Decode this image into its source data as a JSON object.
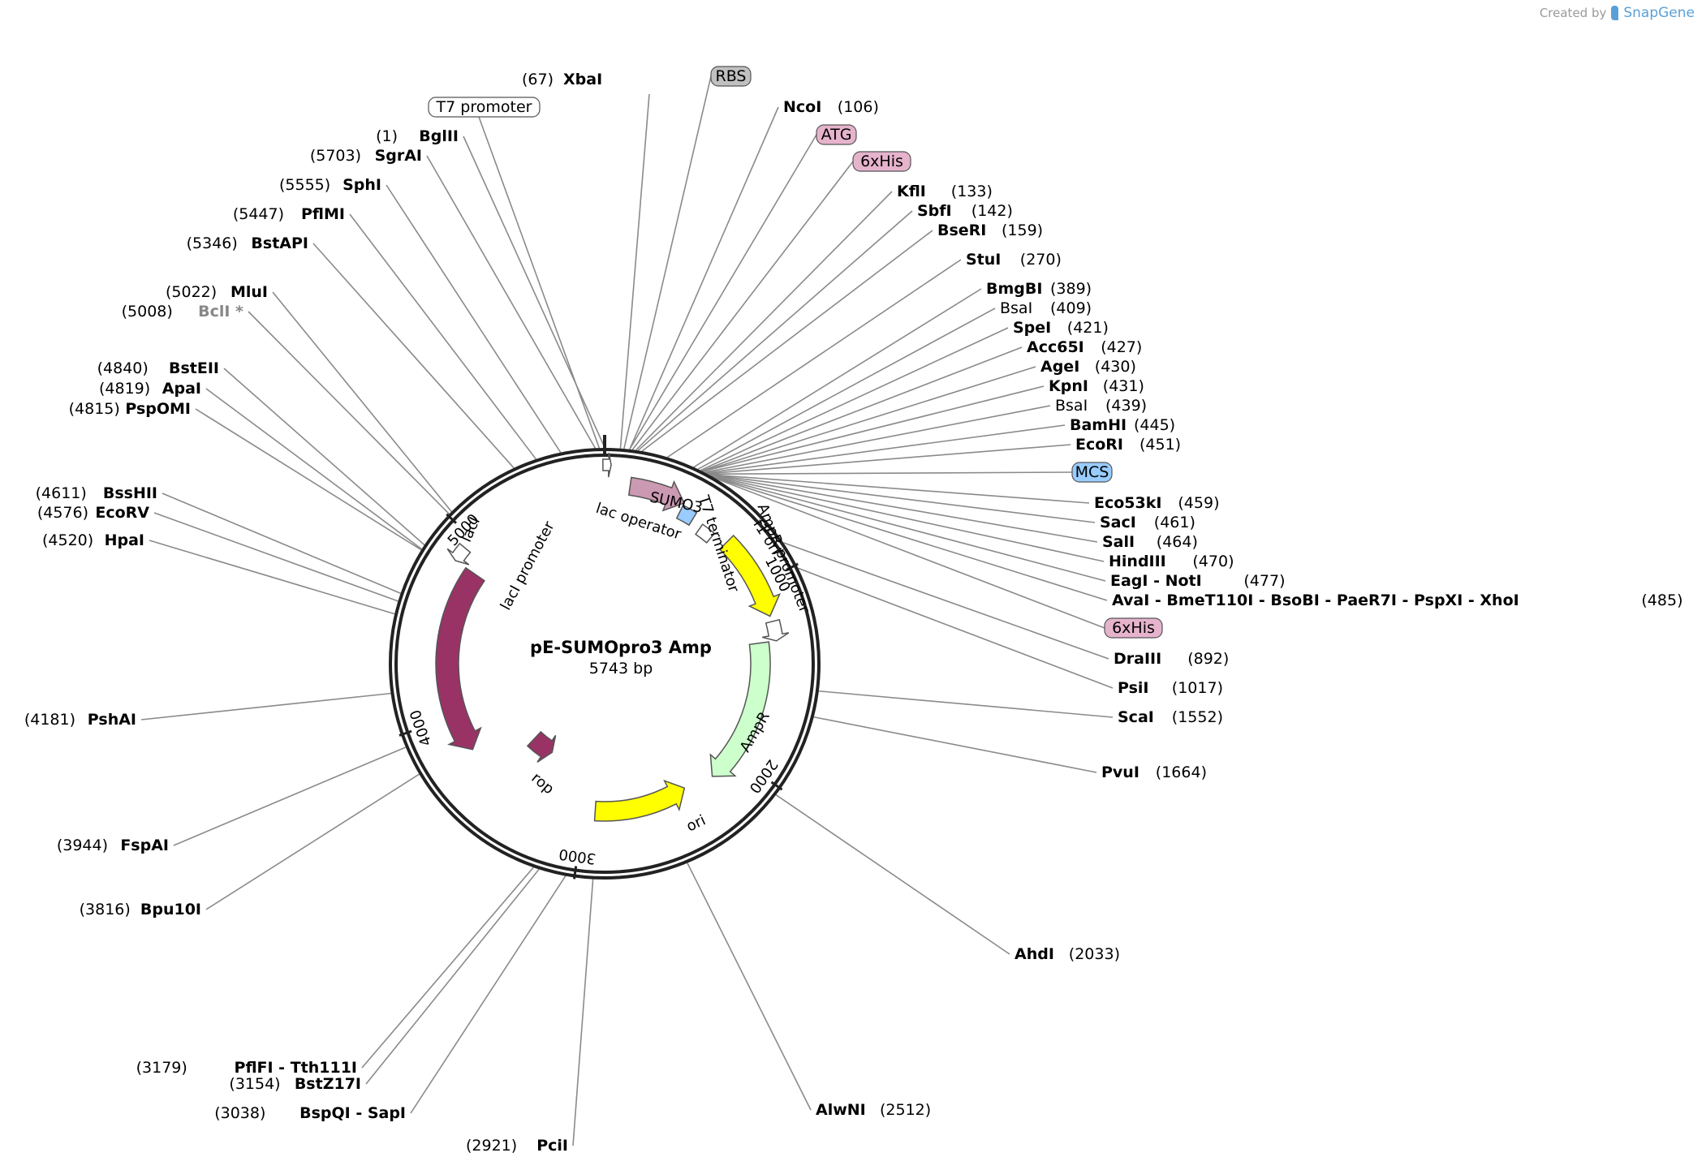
{
  "credit": {
    "prefix": "Created by",
    "brand": "SnapGene"
  },
  "plasmid": {
    "name": "pE-SUMOpro3 Amp",
    "length_label": "5743 bp",
    "length": 5743
  },
  "ticks": [
    "1000",
    "2000",
    "3000",
    "4000",
    "5000"
  ],
  "features": [
    {
      "name": "lacI",
      "start": 3780,
      "end": 4860,
      "strand": -1,
      "color": "#993366",
      "label_inside": true
    },
    {
      "name": "lacI promoter",
      "start": 4860,
      "end": 4940,
      "strand": -1,
      "color": "#ffffff",
      "label_inside": false
    },
    {
      "name": "lac operator",
      "start": 5735,
      "end": 30,
      "strand": 1,
      "color": "#ffffff",
      "label_inside": false
    },
    {
      "name": "SUMO3",
      "start": 130,
      "end": 420,
      "strand": 1,
      "color": "#cc99b2",
      "label_inside": false
    },
    {
      "name": "MCS",
      "start": 420,
      "end": 500,
      "strand": 0,
      "color": "#99ccff",
      "label_inside": false
    },
    {
      "name": "T7 terminator",
      "start": 560,
      "end": 640,
      "strand": 0,
      "color": "#ffffff",
      "label_inside": false
    },
    {
      "name": "f1 ori",
      "start": 720,
      "end": 1180,
      "strand": 1,
      "color": "#ffff00",
      "label_inside": true
    },
    {
      "name": "AmpR promoter",
      "start": 1210,
      "end": 1315,
      "strand": 1,
      "color": "#ffffff",
      "label_inside": false
    },
    {
      "name": "AmpR",
      "start": 1315,
      "end": 2175,
      "strand": 1,
      "color": "#ccffcc",
      "label_inside": false
    },
    {
      "name": "ori",
      "start": 2350,
      "end": 2930,
      "strand": -1,
      "color": "#ffff00",
      "label_inside": true
    },
    {
      "name": "rop",
      "start": 3360,
      "end": 3560,
      "strand": -1,
      "color": "#993366",
      "label_inside": false
    }
  ],
  "labels_right": [
    {
      "text": "XbaI",
      "pos": "(67)",
      "site": 67,
      "num_left": true,
      "tag": false
    },
    {
      "text": "RBS",
      "site": 82,
      "tag": true,
      "color": "#c0c0c0"
    },
    {
      "text": "NcoI",
      "pos": "(106)",
      "site": 106,
      "tag": false
    },
    {
      "text": "ATG",
      "site": 106,
      "tag": true,
      "color": "#e6b3cc"
    },
    {
      "text": "6xHis",
      "site": 118,
      "tag": true,
      "color": "#e6b3cc"
    },
    {
      "text": "KflI",
      "pos": "(133)",
      "site": 133,
      "tag": false
    },
    {
      "text": "SbfI",
      "pos": "(142)",
      "site": 142,
      "tag": false
    },
    {
      "text": "BseRI",
      "pos": "(159)",
      "site": 159,
      "tag": false
    },
    {
      "text": "StuI",
      "pos": "(270)",
      "site": 270,
      "tag": false
    },
    {
      "text": "BmgBI",
      "pos": "(389)",
      "site": 389,
      "tag": false
    },
    {
      "text": "BsaI",
      "pos": "(409)",
      "site": 409,
      "tag": false,
      "plain": true
    },
    {
      "text": "SpeI",
      "pos": "(421)",
      "site": 421,
      "tag": false
    },
    {
      "text": "Acc65I",
      "pos": "(427)",
      "site": 427,
      "tag": false
    },
    {
      "text": "AgeI",
      "pos": "(430)",
      "site": 430,
      "tag": false
    },
    {
      "text": "KpnI",
      "pos": "(431)",
      "site": 431,
      "tag": false
    },
    {
      "text": "BsaI",
      "pos": "(439)",
      "site": 439,
      "tag": false,
      "plain": true
    },
    {
      "text": "BamHI",
      "pos": "(445)",
      "site": 445,
      "tag": false
    },
    {
      "text": "EcoRI",
      "pos": "(451)",
      "site": 451,
      "tag": false
    },
    {
      "text": "MCS",
      "site": 455,
      "tag": true,
      "color": "#99ccff"
    },
    {
      "text": "Eco53kI",
      "pos": "(459)",
      "site": 459,
      "tag": false
    },
    {
      "text": "SacI",
      "pos": "(461)",
      "site": 461,
      "tag": false
    },
    {
      "text": "SalI",
      "pos": "(464)",
      "site": 464,
      "tag": false
    },
    {
      "text": "HindIII",
      "pos": "(470)",
      "site": 470,
      "tag": false
    },
    {
      "text": "EagI  - NotI",
      "pos": "(477)",
      "site": 477,
      "tag": false
    },
    {
      "text": "AvaI  - BmeT110I  - BsoBI  - PaeR7I  - PspXI  - XhoI",
      "pos": "(485)",
      "site": 485,
      "tag": false
    },
    {
      "text": "6xHis",
      "site": 490,
      "tag": true,
      "color": "#e6b3cc"
    },
    {
      "text": "DraIII",
      "pos": "(892)",
      "site": 892,
      "tag": false
    },
    {
      "text": "PsiI",
      "pos": "(1017)",
      "site": 1017,
      "tag": false
    },
    {
      "text": "ScaI",
      "pos": "(1552)",
      "site": 1552,
      "tag": false
    },
    {
      "text": "PvuI",
      "pos": "(1664)",
      "site": 1664,
      "tag": false
    },
    {
      "text": "AhdI",
      "pos": "(2033)",
      "site": 2033,
      "tag": false
    },
    {
      "text": "AlwNI",
      "pos": "(2512)",
      "site": 2512,
      "tag": false
    }
  ],
  "labels_left": [
    {
      "text": "PciI",
      "pos": "(2921)",
      "site": 2921
    },
    {
      "text": "BspQI  - SapI",
      "pos": "(3038)",
      "site": 3038
    },
    {
      "text": "BstZ17I",
      "pos": "(3154)",
      "site": 3154
    },
    {
      "text": "PflFI  - Tth111I",
      "pos": "(3179)",
      "site": 3179
    },
    {
      "text": "Bpu10I",
      "pos": "(3816)",
      "site": 3816
    },
    {
      "text": "FspAI",
      "pos": "(3944)",
      "site": 3944
    },
    {
      "text": "PshAI",
      "pos": "(4181)",
      "site": 4181
    },
    {
      "text": "HpaI",
      "pos": "(4520)",
      "site": 4520
    },
    {
      "text": "EcoRV",
      "pos": "(4576)",
      "site": 4576
    },
    {
      "text": "BssHII",
      "pos": "(4611)",
      "site": 4611
    },
    {
      "text": "PspOMI",
      "pos": "(4815)",
      "site": 4815
    },
    {
      "text": "ApaI",
      "pos": "(4819)",
      "site": 4819
    },
    {
      "text": "BstEII",
      "pos": "(4840)",
      "site": 4840
    },
    {
      "text": "BclI *",
      "pos": "(5008)",
      "site": 5008,
      "dim": true
    },
    {
      "text": "MluI",
      "pos": "(5022)",
      "site": 5022
    },
    {
      "text": "BstAPI",
      "pos": "(5346)",
      "site": 5346
    },
    {
      "text": "PflMI",
      "pos": "(5447)",
      "site": 5447
    },
    {
      "text": "SphI",
      "pos": "(5555)",
      "site": 5555
    },
    {
      "text": "SgrAI",
      "pos": "(5703)",
      "site": 5703
    },
    {
      "text": "BglII",
      "pos": "(1)",
      "site": 1
    },
    {
      "text": "T7 promoter",
      "site": 5720,
      "tag": true,
      "color": "#ffffff"
    }
  ]
}
